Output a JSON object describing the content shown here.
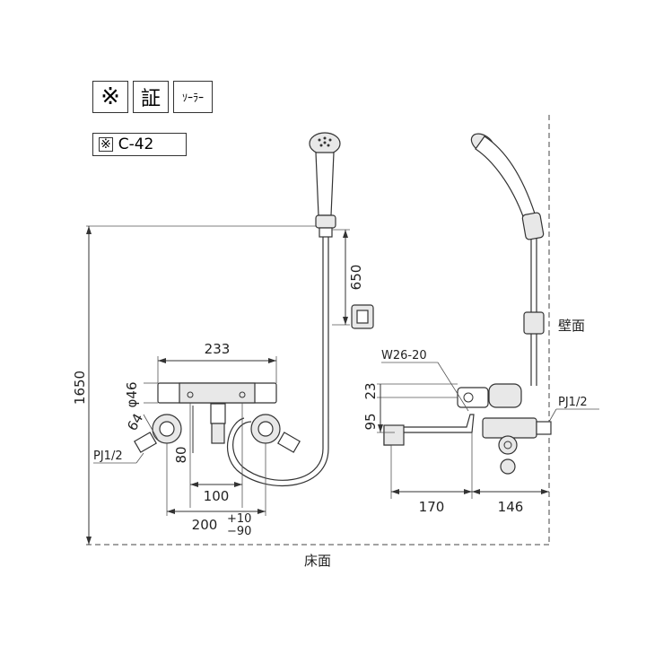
{
  "badges": {
    "mark_symbol": "※",
    "certification": "証",
    "solar": "ｿｰﾗｰ",
    "model_prefix_symbol": "※",
    "model_code": "C-42"
  },
  "dimensions": {
    "height_total": "1650",
    "hose_hanger": "650",
    "body_width": "233",
    "pipe_dia": "φ46",
    "dim_64": "64",
    "dim_80": "80",
    "center_100": "100",
    "spacing_200": "200",
    "tol_plus": "+10",
    "tol_minus": "−90",
    "connection_left": "PJ1/2",
    "connection_right": "PJ1/2",
    "thread": "W26-20",
    "dim_23": "23",
    "dim_95": "95",
    "spout_170": "170",
    "projection_146": "146"
  },
  "labels": {
    "wall": "壁面",
    "floor": "床面"
  }
}
